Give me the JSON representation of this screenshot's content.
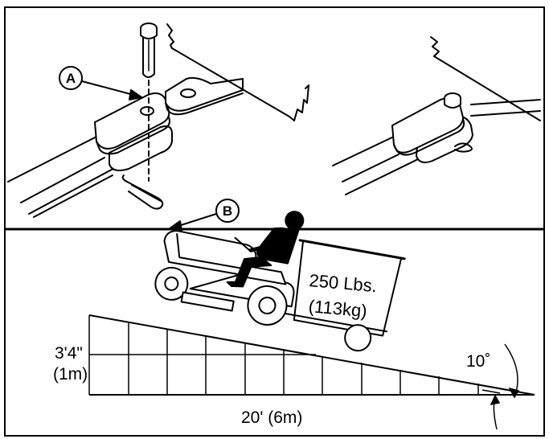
{
  "callouts": {
    "a": "A",
    "b": "B"
  },
  "slope": {
    "rise_ft": "3'4\"",
    "rise_m": "(1m)",
    "run": "20' (6m)",
    "angle": "10˚"
  },
  "load": {
    "weight_lbs": "250 Lbs.",
    "weight_kg": "(113kg)"
  },
  "colors": {
    "ink": "#000000",
    "paper": "#ffffff"
  }
}
